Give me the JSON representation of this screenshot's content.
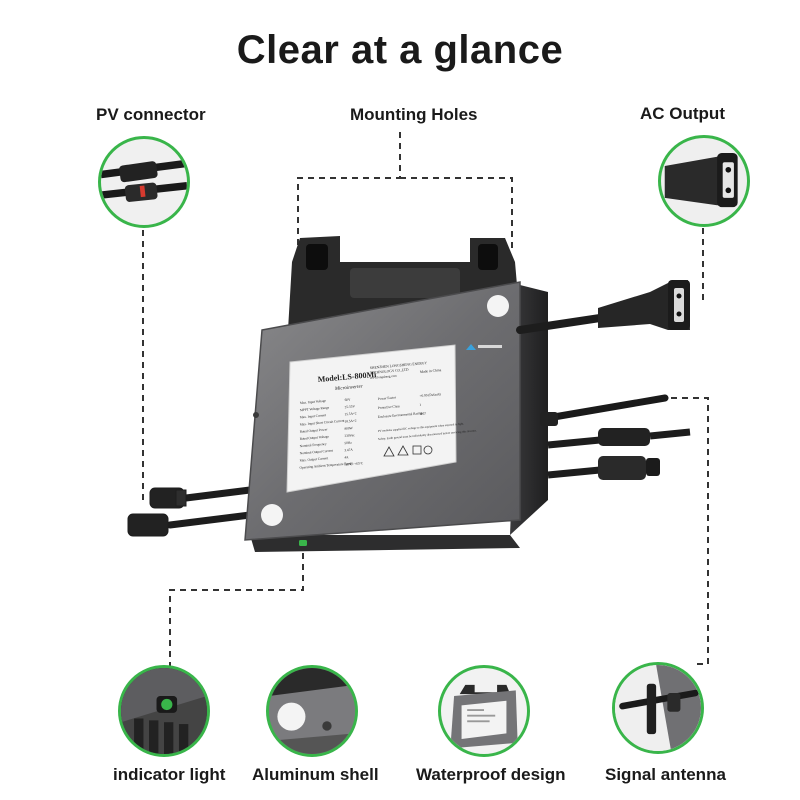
{
  "title": "Clear at a glance",
  "colors": {
    "accent": "#39b54a",
    "device": "#6e6e70",
    "plate": "#f2f2f2",
    "dark": "#2b2b2b"
  },
  "callouts": {
    "pv_connector": "PV connector",
    "mounting_holes": "Mounting Holes",
    "ac_output": "AC Output",
    "indicator_light": "indicator light",
    "aluminum_shell": "Aluminum shell",
    "waterproof_design": "Waterproof design",
    "signal_antenna": "Signal antenna"
  },
  "label_plate": {
    "model": "Model:LS-800Mi",
    "subtitle": "Microinverter",
    "header_lines": [
      "SHENZHEN LONGSHENG ENERGY",
      "TECHNOLOGY CO.,LTD",
      "www.longsheng.com"
    ],
    "made_in": "Made in China",
    "left_rows": [
      [
        "Max. Input Voltage",
        "60V"
      ],
      [
        "MPPT Voltage Range",
        "25-55V"
      ],
      [
        "Max. Input Current",
        "15.5A×2"
      ],
      [
        "Max. Input Short Circuit Current",
        "18.5A×2"
      ],
      [
        "Rated Output Power",
        "800W"
      ],
      [
        "Rated Output Voltage",
        "230Vac"
      ],
      [
        "Nominal Frequency",
        "50Hz"
      ],
      [
        "Nominal Output Current",
        "3.47A"
      ],
      [
        "Max. Output Current",
        "4A"
      ],
      [
        "Operating Ambient Temperature Range",
        "-40°C~+65°C"
      ]
    ],
    "right_rows": [
      [
        "Power Factor",
        ">0.99 (Default)"
      ],
      [
        "Protective Class",
        "I"
      ],
      [
        "Enclosure Environmental Rating",
        "IP67"
      ]
    ],
    "warning": "PV modules supplied DC voltage to this equipment when exposed to light.",
    "safety": "Safety: Earth ground must be individually disconnected before servicing this inverter."
  }
}
